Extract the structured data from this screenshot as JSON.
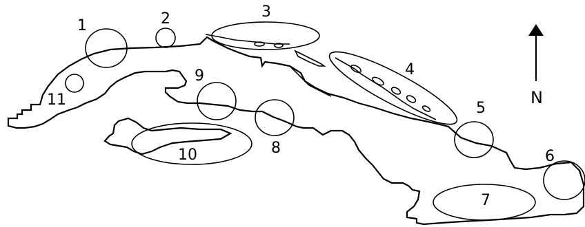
{
  "map": {
    "north_label": "N",
    "colors": {
      "ink": "#000000",
      "background": "#ffffff"
    },
    "zones": [
      {
        "id": "1",
        "label": "1"
      },
      {
        "id": "2",
        "label": "2"
      },
      {
        "id": "3",
        "label": "3"
      },
      {
        "id": "4",
        "label": "4"
      },
      {
        "id": "5",
        "label": "5"
      },
      {
        "id": "6",
        "label": "6"
      },
      {
        "id": "7",
        "label": "7"
      },
      {
        "id": "8",
        "label": "8"
      },
      {
        "id": "9",
        "label": "9"
      },
      {
        "id": "10",
        "label": "10"
      },
      {
        "id": "11",
        "label": "11"
      }
    ]
  }
}
